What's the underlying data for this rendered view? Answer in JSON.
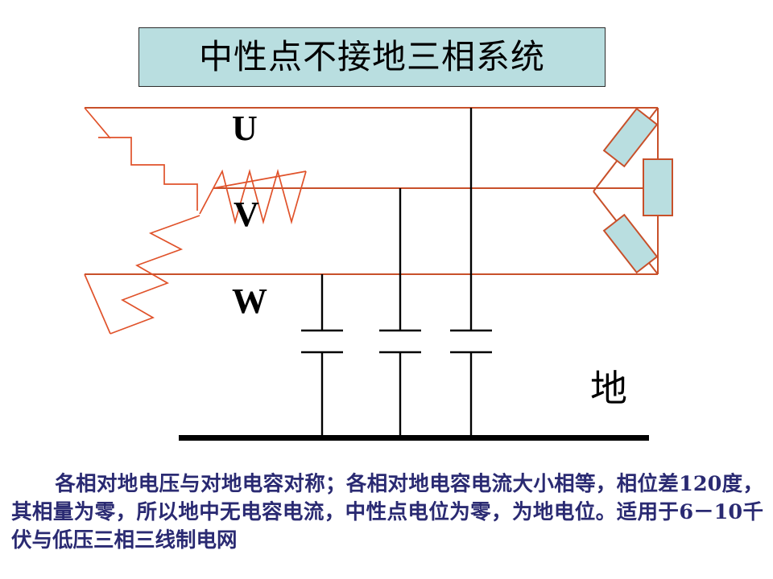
{
  "title": {
    "text": "中性点不接地三相系统",
    "box_fill": "#b9dee0",
    "box_border": "#2b2b2b"
  },
  "diagram": {
    "wire_color": "#c8502a",
    "component_color": "#000000",
    "resistor_fill": "#b9dee0",
    "ground_bar_color": "#000000",
    "phase_labels": [
      {
        "name": "U",
        "text": "U"
      },
      {
        "name": "V",
        "text": "V"
      },
      {
        "name": "W",
        "text": "W"
      }
    ],
    "ground_label": "地",
    "source_type": "wye-connected three-phase transformer winding, neutral ungrounded",
    "load_type": "wye-connected three-phase resistive load",
    "capacitor_count": 3,
    "capacitor_note": "line-to-ground capacitance of each phase"
  },
  "caption": {
    "indent": "",
    "line1": "各相对地电压与对地电容对称；各相对地电容电流大小相等，",
    "line2": "相位差120度，其相量为零，所以地中无电容电流，中性点电位为",
    "line3": "零，为地电位。适用于6－10千伏与低压三相三线制电网",
    "color": "#2a2a72"
  }
}
